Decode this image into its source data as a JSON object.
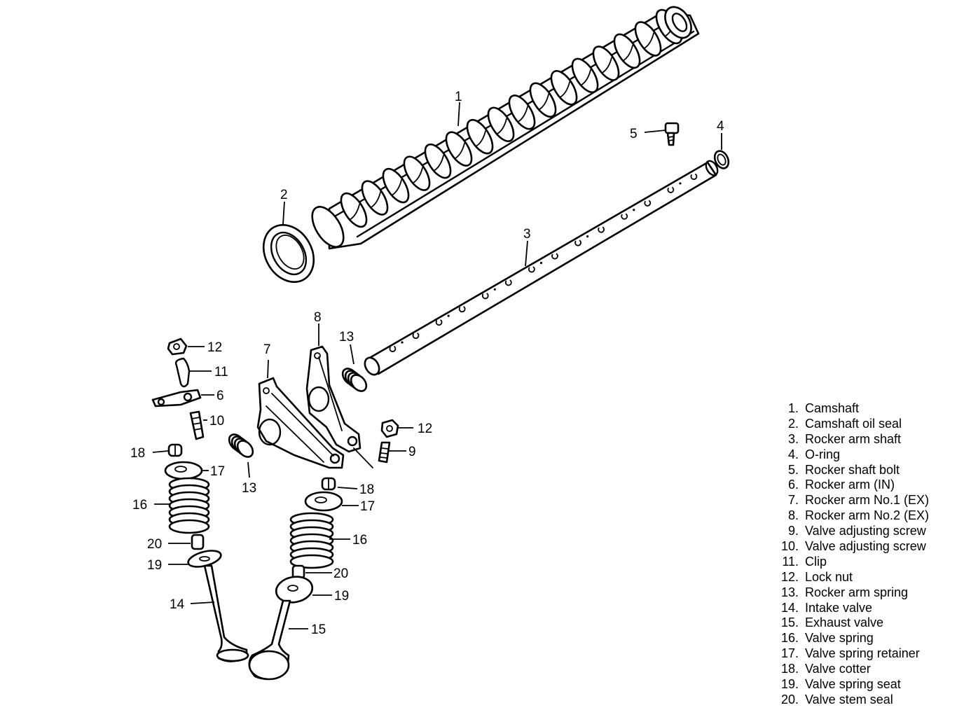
{
  "callouts": {
    "c1": "1",
    "c2": "2",
    "c3": "3",
    "c4": "4",
    "c5": "5",
    "c6": "6",
    "c7": "7",
    "c8": "8",
    "c9": "9",
    "c10": "10",
    "c11": "11",
    "c12a": "12",
    "c12b": "12",
    "c13a": "13",
    "c13b": "13",
    "c14": "14",
    "c15": "15",
    "c16a": "16",
    "c16b": "16",
    "c17a": "17",
    "c17b": "17",
    "c18a": "18",
    "c18b": "18",
    "c19a": "19",
    "c19b": "19",
    "c20a": "20",
    "c20b": "20"
  },
  "legend": [
    {
      "num": "1.",
      "name": "Camshaft"
    },
    {
      "num": "2.",
      "name": "Camshaft oil seal"
    },
    {
      "num": "3.",
      "name": "Rocker arm shaft"
    },
    {
      "num": "4.",
      "name": "O-ring"
    },
    {
      "num": "5.",
      "name": "Rocker shaft bolt"
    },
    {
      "num": "6.",
      "name": "Rocker arm (IN)"
    },
    {
      "num": "7.",
      "name": "Rocker arm No.1 (EX)"
    },
    {
      "num": "8.",
      "name": "Rocker arm No.2 (EX)"
    },
    {
      "num": "9.",
      "name": "Valve adjusting screw"
    },
    {
      "num": "10.",
      "name": "Valve adjusting screw"
    },
    {
      "num": "11.",
      "name": "Clip"
    },
    {
      "num": "12.",
      "name": "Lock nut"
    },
    {
      "num": "13.",
      "name": "Rocker arm spring"
    },
    {
      "num": "14.",
      "name": "Intake valve"
    },
    {
      "num": "15.",
      "name": "Exhaust valve"
    },
    {
      "num": "16.",
      "name": "Valve spring"
    },
    {
      "num": "17.",
      "name": "Valve spring retainer"
    },
    {
      "num": "18.",
      "name": "Valve cotter"
    },
    {
      "num": "19.",
      "name": "Valve spring seat"
    },
    {
      "num": "20.",
      "name": "Valve stem seal"
    }
  ]
}
